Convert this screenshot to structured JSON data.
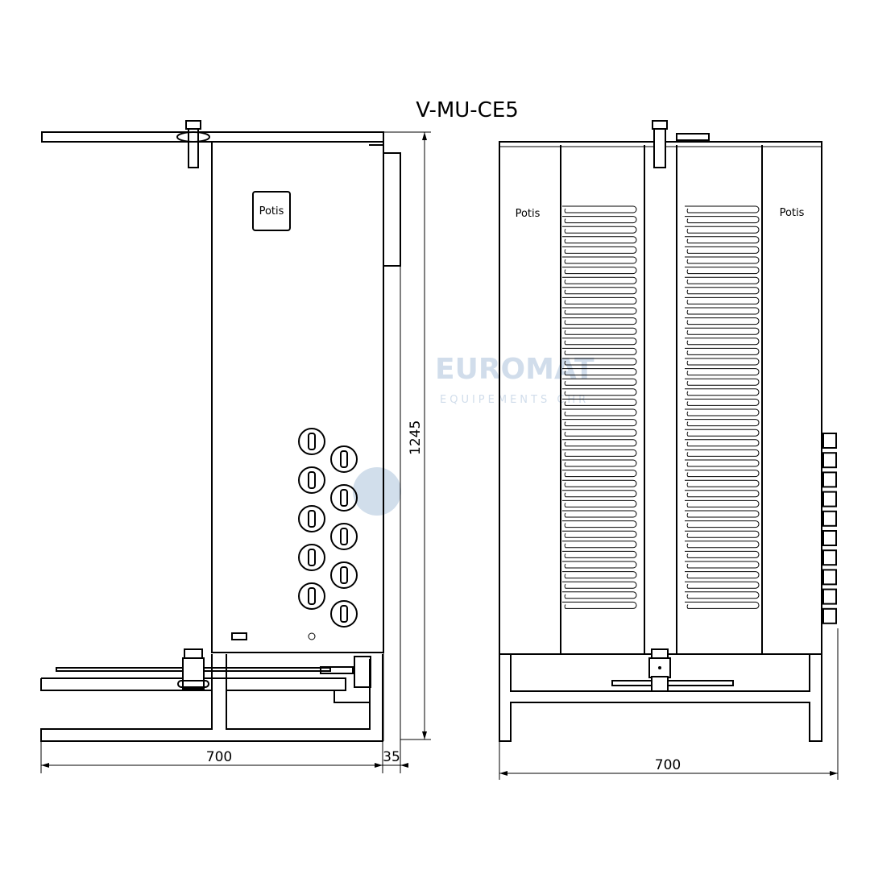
{
  "title": "V-MU-CE5",
  "brand_label": "Potis",
  "side_view": {
    "brand_label": "Potis",
    "dim_width": "700",
    "dim_offset": "35",
    "dim_height": "1245",
    "knob_count": 10
  },
  "front_view": {
    "brand_left": "Potis",
    "brand_right": "Potis",
    "dim_width": "700",
    "heating_coil_loops": 40,
    "side_switch_count": 10
  },
  "watermark": {
    "brand": "EUROMAT",
    "tagline": "EQUIPEMENTS CHR"
  },
  "colors": {
    "line": "#000000",
    "watermark": "#c9d8e8"
  }
}
